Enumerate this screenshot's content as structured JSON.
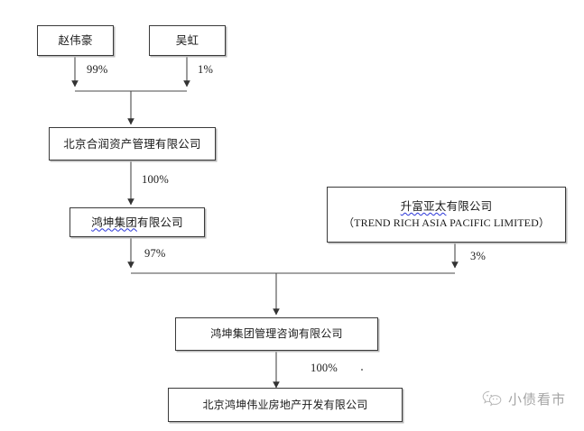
{
  "diagram": {
    "type": "ownership-structure-chart",
    "title": "",
    "nodes": [
      {
        "id": "zhao",
        "label_cn": "赵伟豪",
        "label_cn_underlined": "",
        "label_en": ""
      },
      {
        "id": "wu",
        "label_cn": "吴虹",
        "label_cn_underlined": "",
        "label_en": ""
      },
      {
        "id": "herun",
        "label_cn": "北京合润资产管理有限公司",
        "label_cn_underlined": "",
        "label_en": ""
      },
      {
        "id": "hongkun",
        "label_cn": "有限公司",
        "label_cn_underlined": "鸿坤集团",
        "label_en": ""
      },
      {
        "id": "trendrich",
        "label_cn": "有限公司",
        "label_cn_underlined": "升富亚太",
        "label_en": "（TREND RICH ASIA PACIFIC LIMITED）"
      },
      {
        "id": "consulting",
        "label_cn": "鸿坤集团管理咨询有限公司",
        "label_cn_underlined": "",
        "label_en": ""
      },
      {
        "id": "weiye",
        "label_cn": "北京鸿坤伟业房地产开发有限公司",
        "label_cn_underlined": "",
        "label_en": ""
      }
    ],
    "edges": [
      {
        "from": "zhao",
        "to": "herun",
        "label": "99%"
      },
      {
        "from": "wu",
        "to": "herun",
        "label": "1%"
      },
      {
        "from": "herun",
        "to": "hongkun",
        "label": "100%"
      },
      {
        "from": "hongkun",
        "to": "consulting",
        "label": "97%"
      },
      {
        "from": "trendrich",
        "to": "consulting",
        "label": "3%"
      },
      {
        "from": "consulting",
        "to": "weiye",
        "label": "100%"
      }
    ],
    "colors": {
      "box_border": "#3a3a3a",
      "box_shadow": "#b9b9b9",
      "connector": "#4a4a4a",
      "text": "#1a1a1a",
      "spellcheck_underline": "#2b36d8",
      "watermark": "#6e6e6e",
      "background": "#ffffff"
    }
  },
  "watermark": {
    "text": "小债看市",
    "icon": "wechat-logo-icon"
  }
}
